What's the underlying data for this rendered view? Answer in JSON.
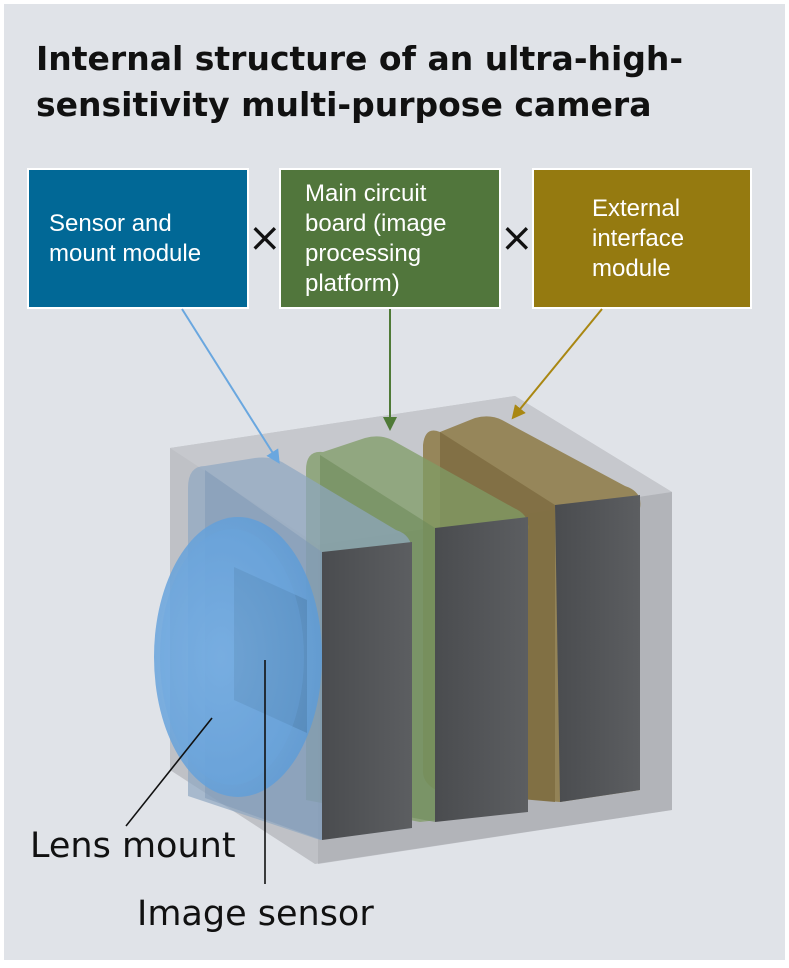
{
  "title": "Internal structure of an ultra-high-sensitivity multi-purpose camera",
  "modules": {
    "sensor_mount": {
      "lines": [
        "Sensor and",
        "mount module"
      ],
      "color": "#016896"
    },
    "main_circuit": {
      "lines": [
        "Main circuit",
        "board (image",
        "processing",
        "platform)"
      ],
      "color": "#51763c"
    },
    "external_interface": {
      "lines": [
        "External",
        "interface",
        "module"
      ],
      "color": "#957a10"
    }
  },
  "operators": [
    "×",
    "×"
  ],
  "callouts": {
    "lens_mount": "Lens mount",
    "image_sensor": "Image sensor"
  },
  "colors": {
    "background": "#e0e3e8",
    "sensor_blue": "#016896",
    "circuit_green": "#51763c",
    "interface_gold": "#957a10",
    "lens_blue": "#6aa7df",
    "housing_gray": "#b3b6bb"
  }
}
